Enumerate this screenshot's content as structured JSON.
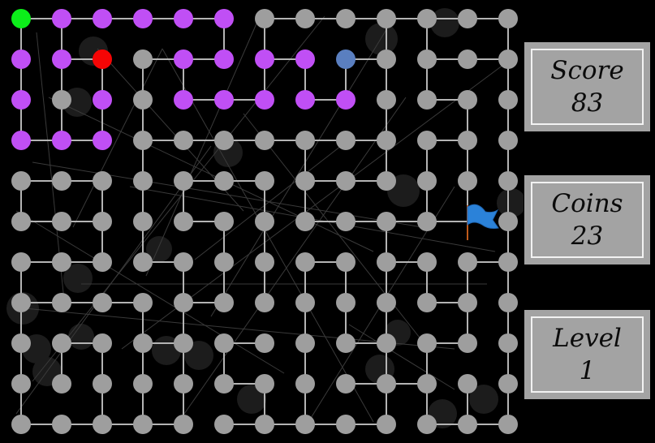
{
  "scoreboard": {
    "score_label": "Score",
    "score_value": "83",
    "coins_label": "Coins",
    "coins_value": "23",
    "level_label": "Level",
    "level_value": "1"
  },
  "maze": {
    "rows": 11,
    "cols": 13,
    "colors": {
      "path": "#c04ff5",
      "start": "#0cee1a",
      "player": "#f50505",
      "target": "#5a7fc0",
      "node": "#9e9e9e",
      "edge": "#b4b4b4",
      "flag": "#2b82d9"
    },
    "start": [
      0,
      0
    ],
    "player": [
      1,
      2
    ],
    "target": [
      1,
      8
    ],
    "flag": [
      5,
      11
    ],
    "path_nodes": [
      [
        0,
        0
      ],
      [
        0,
        1
      ],
      [
        0,
        2
      ],
      [
        0,
        3
      ],
      [
        0,
        4
      ],
      [
        0,
        5
      ],
      [
        1,
        0
      ],
      [
        1,
        1
      ],
      [
        1,
        4
      ],
      [
        1,
        5
      ],
      [
        1,
        6
      ],
      [
        1,
        7
      ],
      [
        2,
        0
      ],
      [
        2,
        2
      ],
      [
        2,
        4
      ],
      [
        2,
        5
      ],
      [
        2,
        6
      ],
      [
        2,
        7
      ],
      [
        2,
        8
      ],
      [
        3,
        0
      ],
      [
        3,
        1
      ],
      [
        3,
        2
      ]
    ],
    "edges": [
      [
        0,
        0,
        0,
        1
      ],
      [
        0,
        1,
        0,
        2
      ],
      [
        0,
        2,
        0,
        3
      ],
      [
        0,
        3,
        0,
        4
      ],
      [
        0,
        4,
        0,
        5
      ],
      [
        0,
        5,
        1,
        5
      ],
      [
        1,
        5,
        1,
        4
      ],
      [
        1,
        4,
        2,
        4
      ],
      [
        2,
        4,
        2,
        5
      ],
      [
        2,
        5,
        2,
        6
      ],
      [
        2,
        6,
        1,
        6
      ],
      [
        1,
        6,
        1,
        7
      ],
      [
        1,
        7,
        2,
        7
      ],
      [
        2,
        7,
        2,
        8
      ],
      [
        2,
        8,
        1,
        8
      ],
      [
        0,
        0,
        1,
        0
      ],
      [
        1,
        0,
        2,
        0
      ],
      [
        2,
        0,
        3,
        0
      ],
      [
        3,
        0,
        3,
        1
      ],
      [
        3,
        1,
        3,
        2
      ],
      [
        3,
        2,
        2,
        2
      ],
      [
        2,
        2,
        1,
        2
      ],
      [
        1,
        2,
        1,
        1
      ],
      [
        1,
        1,
        0,
        1
      ],
      [
        0,
        6,
        0,
        7
      ],
      [
        0,
        7,
        0,
        8
      ],
      [
        0,
        8,
        0,
        9
      ],
      [
        0,
        9,
        0,
        10
      ],
      [
        0,
        10,
        0,
        11
      ],
      [
        0,
        11,
        0,
        12
      ],
      [
        0,
        12,
        1,
        12
      ],
      [
        1,
        12,
        2,
        12
      ],
      [
        2,
        12,
        3,
        12
      ],
      [
        3,
        12,
        4,
        12
      ],
      [
        4,
        12,
        5,
        12
      ],
      [
        5,
        12,
        6,
        12
      ],
      [
        6,
        12,
        7,
        12
      ],
      [
        7,
        12,
        8,
        12
      ],
      [
        8,
        12,
        9,
        12
      ],
      [
        9,
        12,
        10,
        12
      ],
      [
        0,
        6,
        1,
        6
      ],
      [
        1,
        8,
        1,
        9
      ],
      [
        0,
        9,
        1,
        9
      ],
      [
        1,
        9,
        2,
        9
      ],
      [
        2,
        9,
        3,
        9
      ],
      [
        3,
        9,
        4,
        9
      ],
      [
        1,
        10,
        1,
        11
      ],
      [
        1,
        11,
        1,
        12
      ],
      [
        1,
        10,
        2,
        10
      ],
      [
        2,
        10,
        2,
        11
      ],
      [
        2,
        11,
        3,
        11
      ],
      [
        3,
        11,
        4,
        11
      ],
      [
        3,
        10,
        3,
        11
      ],
      [
        3,
        10,
        4,
        10
      ],
      [
        3,
        9,
        3,
        8
      ],
      [
        1,
        3,
        2,
        3
      ],
      [
        2,
        3,
        3,
        3
      ],
      [
        3,
        3,
        3,
        4
      ],
      [
        3,
        4,
        3,
        5
      ],
      [
        3,
        5,
        3,
        6
      ],
      [
        3,
        6,
        3,
        7
      ],
      [
        3,
        7,
        4,
        7
      ],
      [
        4,
        7,
        4,
        8
      ],
      [
        4,
        8,
        4,
        9
      ],
      [
        3,
        7,
        3,
        8
      ],
      [
        2,
        1,
        1,
        1
      ],
      [
        4,
        0,
        4,
        1
      ],
      [
        4,
        1,
        4,
        2
      ],
      [
        4,
        0,
        5,
        0
      ],
      [
        5,
        0,
        5,
        1
      ],
      [
        5,
        1,
        5,
        2
      ],
      [
        4,
        2,
        5,
        2
      ],
      [
        6,
        0,
        6,
        1
      ],
      [
        6,
        1,
        6,
        2
      ],
      [
        5,
        2,
        6,
        2
      ],
      [
        6,
        0,
        7,
        0
      ],
      [
        7,
        0,
        8,
        0
      ],
      [
        8,
        0,
        9,
        0
      ],
      [
        9,
        0,
        10,
        0
      ],
      [
        10,
        0,
        10,
        1
      ],
      [
        10,
        1,
        10,
        2
      ],
      [
        10,
        2,
        10,
        3
      ],
      [
        10,
        3,
        10,
        4
      ],
      [
        7,
        0,
        7,
        1
      ],
      [
        7,
        1,
        7,
        2
      ],
      [
        7,
        2,
        7,
        3
      ],
      [
        8,
        1,
        8,
        2
      ],
      [
        8,
        2,
        9,
        2
      ],
      [
        9,
        2,
        10,
        2
      ],
      [
        8,
        1,
        9,
        1
      ],
      [
        3,
        3,
        4,
        3
      ],
      [
        4,
        3,
        5,
        3
      ],
      [
        5,
        3,
        6,
        3
      ],
      [
        6,
        3,
        6,
        4
      ],
      [
        5,
        4,
        5,
        5
      ],
      [
        4,
        4,
        4,
        5
      ],
      [
        4,
        5,
        4,
        6
      ],
      [
        4,
        6,
        5,
        6
      ],
      [
        5,
        6,
        6,
        6
      ],
      [
        6,
        6,
        7,
        6
      ],
      [
        5,
        5,
        6,
        5
      ],
      [
        4,
        7,
        5,
        7
      ],
      [
        5,
        7,
        5,
        8
      ],
      [
        5,
        8,
        5,
        9
      ],
      [
        5,
        9,
        5,
        10
      ],
      [
        5,
        10,
        5,
        11
      ],
      [
        4,
        10,
        5,
        10
      ],
      [
        4,
        11,
        5,
        11
      ],
      [
        6,
        5,
        7,
        5
      ],
      [
        7,
        4,
        7,
        5
      ],
      [
        7,
        4,
        8,
        4
      ],
      [
        8,
        4,
        9,
        4
      ],
      [
        9,
        4,
        10,
        4
      ],
      [
        8,
        3,
        8,
        4
      ],
      [
        8,
        3,
        9,
        3
      ],
      [
        7,
        3,
        8,
        3
      ],
      [
        8,
        5,
        8,
        6
      ],
      [
        8,
        5,
        9,
        5
      ],
      [
        9,
        5,
        9,
        6
      ],
      [
        9,
        6,
        10,
        6
      ],
      [
        10,
        5,
        10,
        6
      ],
      [
        10,
        6,
        10,
        7
      ],
      [
        10,
        7,
        10,
        8
      ],
      [
        10,
        8,
        10,
        9
      ],
      [
        9,
        7,
        10,
        7
      ],
      [
        8,
        7,
        9,
        7
      ],
      [
        7,
        7,
        8,
        7
      ],
      [
        6,
        7,
        7,
        7
      ],
      [
        6,
        7,
        6,
        8
      ],
      [
        6,
        8,
        7,
        8
      ],
      [
        7,
        8,
        8,
        8
      ],
      [
        8,
        8,
        8,
        9
      ],
      [
        9,
        8,
        9,
        9
      ],
      [
        9,
        9,
        10,
        9
      ],
      [
        9,
        9,
        9,
        10
      ],
      [
        8,
        10,
        9,
        10
      ],
      [
        8,
        10,
        8,
        11
      ],
      [
        7,
        11,
        8,
        11
      ],
      [
        7,
        10,
        7,
        11
      ],
      [
        6,
        10,
        7,
        10
      ],
      [
        6,
        9,
        6,
        10
      ],
      [
        6,
        9,
        7,
        9
      ],
      [
        9,
        10,
        10,
        10
      ],
      [
        10,
        10,
        10,
        11
      ],
      [
        9,
        11,
        10,
        11
      ],
      [
        6,
        11,
        7,
        11
      ],
      [
        6,
        11,
        6,
        12
      ],
      [
        8,
        9,
        9,
        9
      ],
      [
        10,
        11,
        10,
        12
      ],
      [
        2,
        1,
        3,
        1
      ],
      [
        1,
        3,
        1,
        4
      ],
      [
        0,
        10,
        1,
        10
      ],
      [
        5,
        4,
        4,
        4
      ],
      [
        6,
        4,
        7,
        4
      ],
      [
        9,
        3,
        10,
        3
      ],
      [
        7,
        9,
        8,
        9
      ],
      [
        5,
        9,
        6,
        9
      ]
    ],
    "background_lines": [
      [
        45,
        40,
        80,
        380
      ],
      [
        120,
        60,
        300,
        260
      ],
      [
        300,
        140,
        520,
        420
      ],
      [
        20,
        510,
        260,
        180
      ],
      [
        480,
        30,
        260,
        390
      ],
      [
        160,
        230,
        610,
        310
      ],
      [
        200,
        60,
        460,
        520
      ],
      [
        60,
        120,
        460,
        310
      ],
      [
        30,
        380,
        560,
        430
      ],
      [
        500,
        120,
        220,
        520
      ],
      [
        40,
        470,
        400,
        20
      ],
      [
        380,
        520,
        560,
        230
      ],
      [
        150,
        430,
        620,
        80
      ],
      [
        240,
        320,
        420,
        180
      ],
      [
        90,
        280,
        200,
        60
      ],
      [
        430,
        400,
        560,
        480
      ],
      [
        100,
        350,
        600,
        350
      ],
      [
        320,
        20,
        180,
        340
      ],
      [
        520,
        280,
        40,
        200
      ],
      [
        350,
        460,
        20,
        260
      ]
    ],
    "background_blobs": [
      [
        470,
        48,
        20
      ],
      [
        548,
        28,
        18
      ],
      [
        713,
        8,
        18
      ],
      [
        115,
        63,
        18
      ],
      [
        95,
        126,
        18
      ],
      [
        281,
        188,
        18
      ],
      [
        497,
        235,
        20
      ],
      [
        630,
        250,
        18
      ],
      [
        780,
        218,
        12
      ],
      [
        196,
        307,
        16
      ],
      [
        96,
        343,
        18
      ],
      [
        28,
        380,
        20
      ],
      [
        100,
        415,
        16
      ],
      [
        490,
        410,
        16
      ],
      [
        45,
        430,
        18
      ],
      [
        58,
        458,
        18
      ],
      [
        205,
        432,
        18
      ],
      [
        245,
        438,
        18
      ],
      [
        468,
        455,
        18
      ],
      [
        310,
        492,
        18
      ],
      [
        545,
        510,
        18
      ],
      [
        596,
        492,
        18
      ]
    ]
  }
}
